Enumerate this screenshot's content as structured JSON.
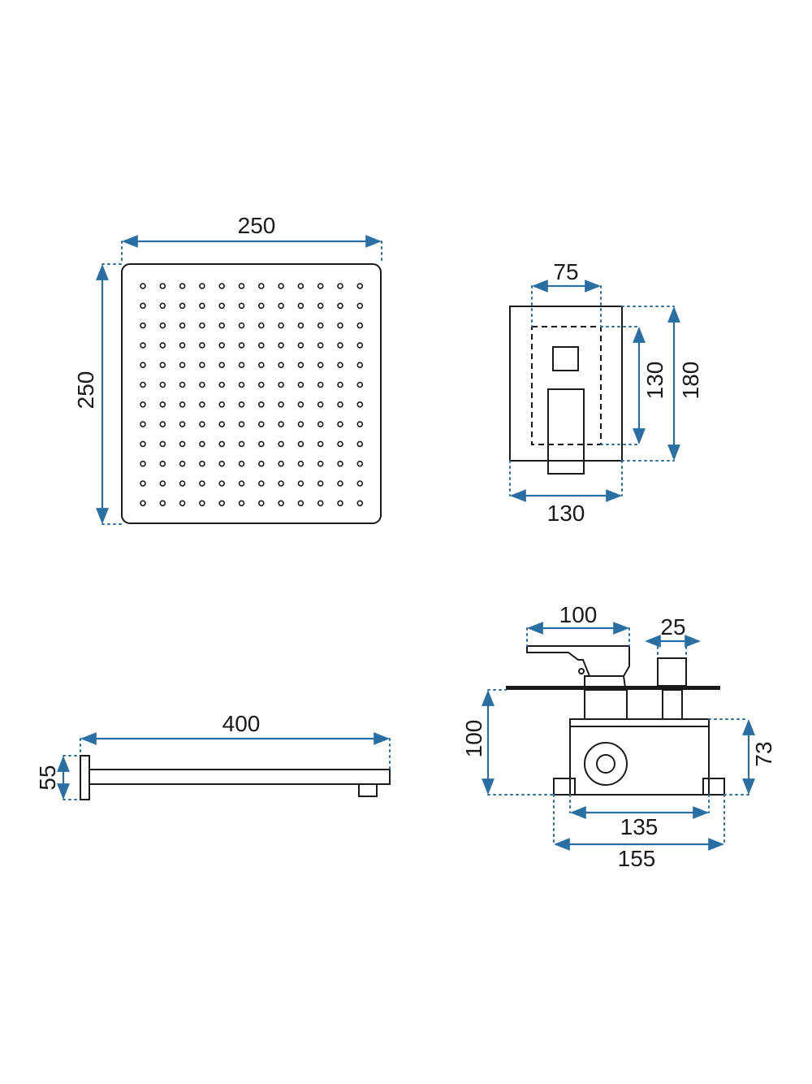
{
  "colors": {
    "outline": "#1a1a1a",
    "dimension": "#2a6fa3",
    "background": "#ffffff"
  },
  "shower_head": {
    "width_label": "250",
    "height_label": "250",
    "nozzle_rows": 12,
    "nozzle_cols": 12
  },
  "mixer_front": {
    "inner_width_label": "75",
    "outer_width_label": "130",
    "inner_height_label": "130",
    "outer_height_label": "180"
  },
  "shower_arm": {
    "length_label": "400",
    "height_label": "55"
  },
  "mixer_side": {
    "handle_label": "100",
    "stem_label": "25",
    "depth_label": "100",
    "body_height_label": "73",
    "body_width_label": "135",
    "overall_width_label": "155"
  }
}
